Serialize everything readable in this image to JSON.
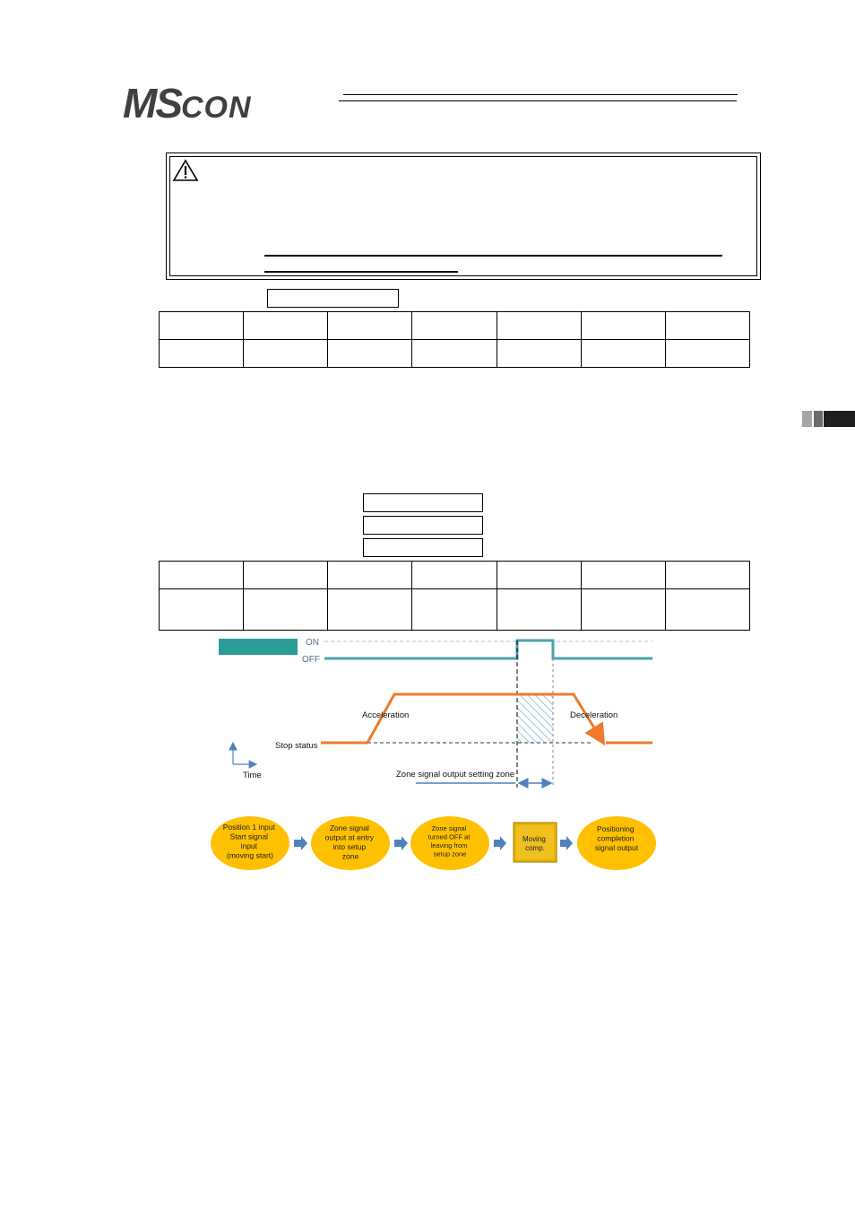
{
  "header": {
    "logo_ms": "MS",
    "logo_con": "CON"
  },
  "caution": {
    "icon": "warning-triangle-icon"
  },
  "side_tab": {
    "colors": [
      "#a6a6a6",
      "#6b6b6b",
      "#1f1f1f"
    ]
  },
  "diagram": {
    "on_label": "ON",
    "off_label": "OFF",
    "acceleration_label": "Acceleration",
    "deceleration_label": "Deceleration",
    "stop_status_label": "Stop status",
    "time_label": "Time",
    "zone_label": "Zone signal output setting zone",
    "colors": {
      "signal": "#4aa3ad",
      "speed": "#f07a2a",
      "zone_hatch": "#4aa3c8",
      "bar": "#2a9d99"
    }
  },
  "flow": {
    "steps": [
      {
        "lines": [
          "Position 1 input",
          "Start signal",
          "input",
          "(moving start)"
        ]
      },
      {
        "lines": [
          "Zone signal",
          "output at entry",
          "into setup",
          "zone"
        ]
      },
      {
        "lines": [
          "Zone signal",
          "turned OFF at",
          "leaving from",
          "setup zone"
        ]
      },
      {
        "lines": [
          "Moving",
          "comp."
        ]
      },
      {
        "lines": [
          "Positioning",
          "completion",
          "signal output"
        ]
      }
    ],
    "colors": {
      "ellipse": "#ffc000",
      "box": "#e8b400",
      "arrow": "#4f81bd"
    }
  }
}
